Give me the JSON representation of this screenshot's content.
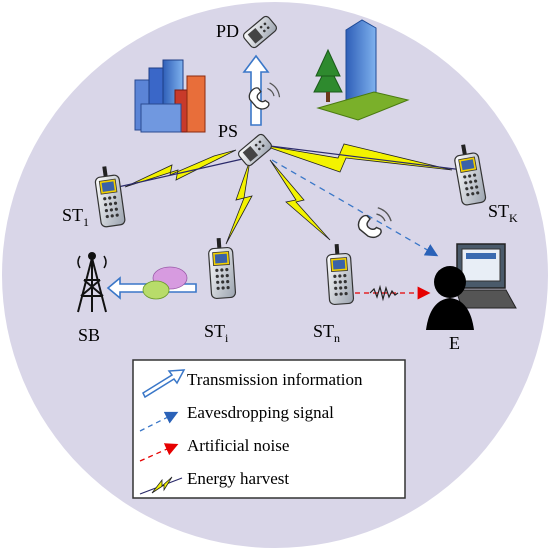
{
  "nodes": {
    "pd": "PD",
    "ps": "PS",
    "st1": {
      "main": "ST",
      "sub": "1"
    },
    "stk": {
      "main": "ST",
      "sub": "K"
    },
    "sti": {
      "main": "ST",
      "sub": "i"
    },
    "stn": {
      "main": "ST",
      "sub": "n"
    },
    "sb": "SB",
    "e": "E"
  },
  "legend": {
    "transmission": "Transmission information",
    "eavesdropping": "Eavesdropping signal",
    "noise": "Artificial noise",
    "energy": "Energy harvest"
  },
  "colors": {
    "circle": "#d9d6e8",
    "lightning": "#f3f300",
    "transmission_arrow": "#3a77c8",
    "eavesdrop": "#3a77c8",
    "noise": "#e60000"
  }
}
